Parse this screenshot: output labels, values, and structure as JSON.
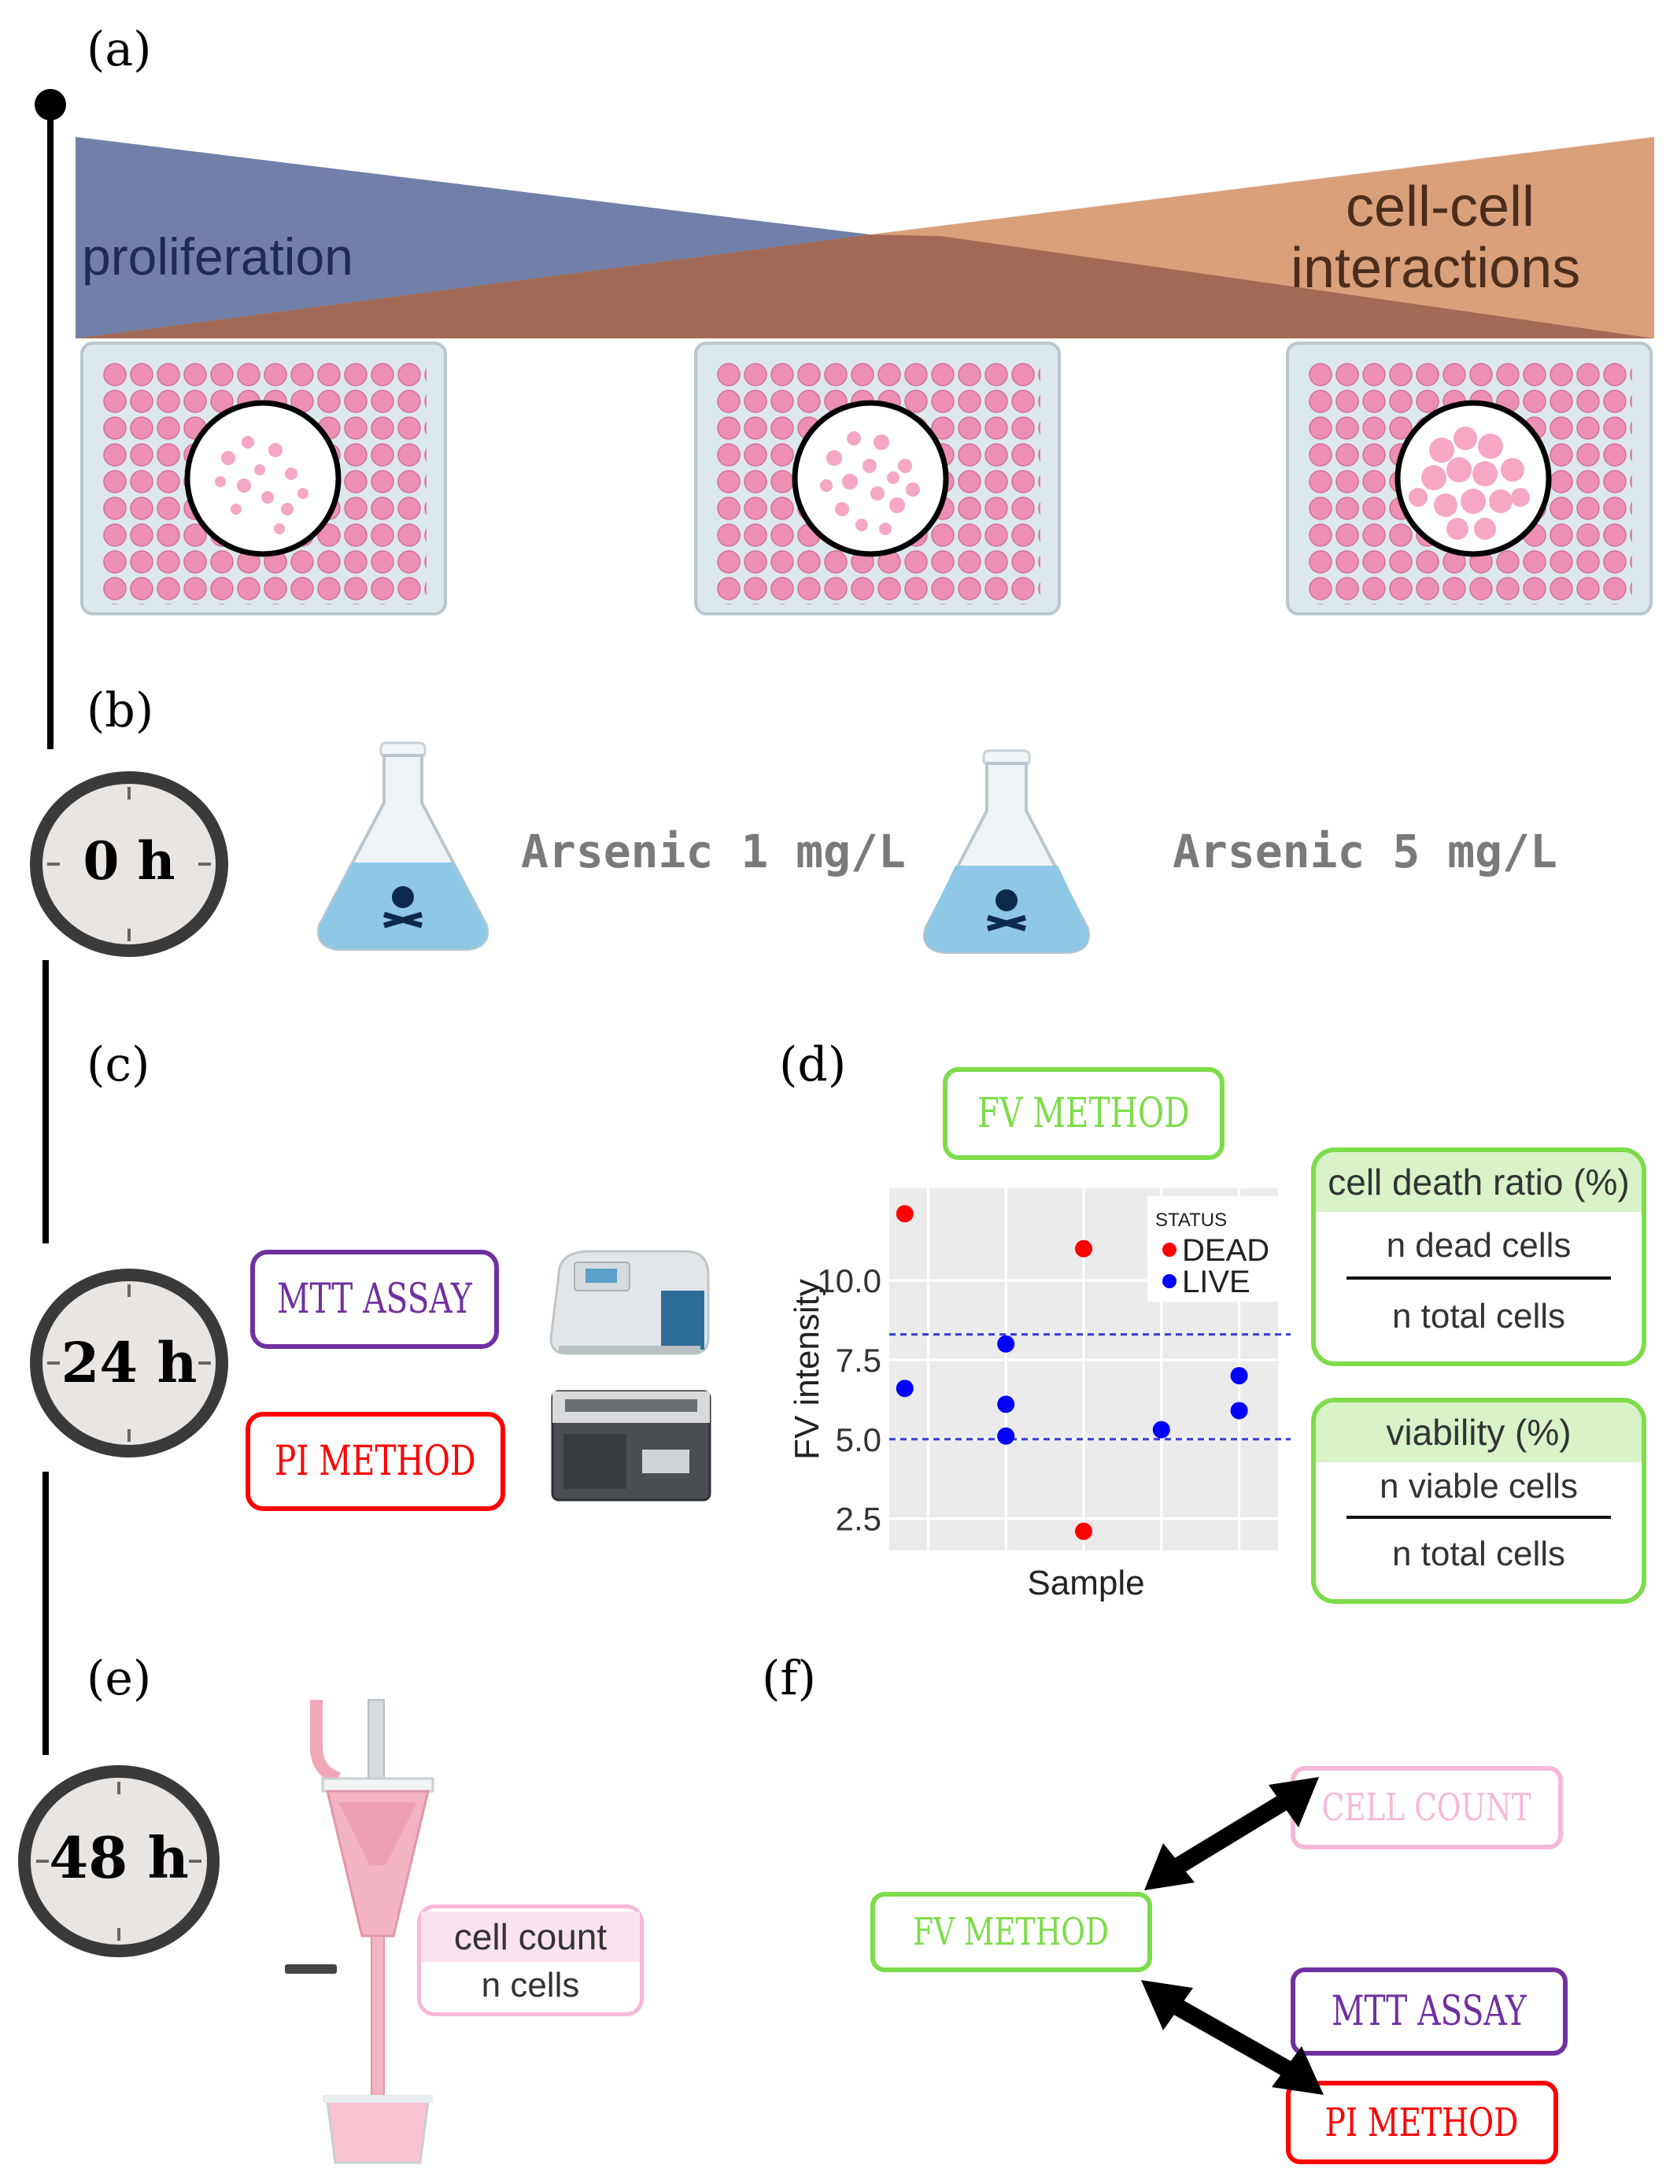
{
  "panels": {
    "a": "(a)",
    "b": "(b)",
    "c": "(c)",
    "d": "(d)",
    "e": "(e)",
    "f": "(f)"
  },
  "phase_a": {
    "left_label": "proliferation",
    "right_label_1": "cell-cell",
    "right_label_2": "interactions"
  },
  "timeline": {
    "t0": "0 h",
    "t24": "24 h",
    "t48": "48 h"
  },
  "treatments": {
    "low": "Arsenic 1 mg/L",
    "high": "Arsenic 5 mg/L"
  },
  "methods": {
    "mtt": "MTT ASSAY",
    "pi": "PI METHOD",
    "fv": "FV METHOD",
    "cell_count": "CELL COUNT"
  },
  "formulas": {
    "death": {
      "title": "cell death ratio (%)",
      "numerator": "n dead cells",
      "denominator": "n total cells"
    },
    "viability": {
      "title": "viability (%)",
      "numerator": "n viable cells",
      "denominator": "n total cells"
    }
  },
  "cell_count_box": {
    "title": "cell count",
    "value": "n cells"
  },
  "colors": {
    "mtt": "#7030a0",
    "pi": "#ff0000",
    "fv": "#7ddc4a",
    "cell_count": "#f7b8d8",
    "proliferation": "#7080a8",
    "interactions": "#d9a07a",
    "well_pink": "#ec8fb2"
  },
  "chart_data": {
    "type": "scatter",
    "xlabel": "Sample",
    "ylabel": "FV intensity",
    "legend_title": "STATUS",
    "legend_position": "top-right",
    "ylim": [
      1.5,
      12.9
    ],
    "xlim": [
      0.5,
      5.5
    ],
    "yticks": [
      2.5,
      5.0,
      7.5,
      10.0
    ],
    "ytick_labels": [
      "2.5",
      "5.0",
      "7.5",
      "10.0"
    ],
    "hlines": [
      5.0,
      8.3
    ],
    "grid": true,
    "series": [
      {
        "name": "DEAD",
        "color": "#ff0000",
        "points": [
          [
            0.7,
            12.1
          ],
          [
            3.0,
            11.0
          ],
          [
            3.0,
            2.1
          ]
        ]
      },
      {
        "name": "LIVE",
        "color": "#0000ff",
        "points": [
          [
            0.7,
            6.6
          ],
          [
            2.0,
            8.0
          ],
          [
            2.0,
            6.1
          ],
          [
            2.0,
            5.1
          ],
          [
            4.0,
            5.3
          ],
          [
            5.0,
            7.0
          ],
          [
            5.0,
            5.9
          ]
        ]
      }
    ]
  }
}
